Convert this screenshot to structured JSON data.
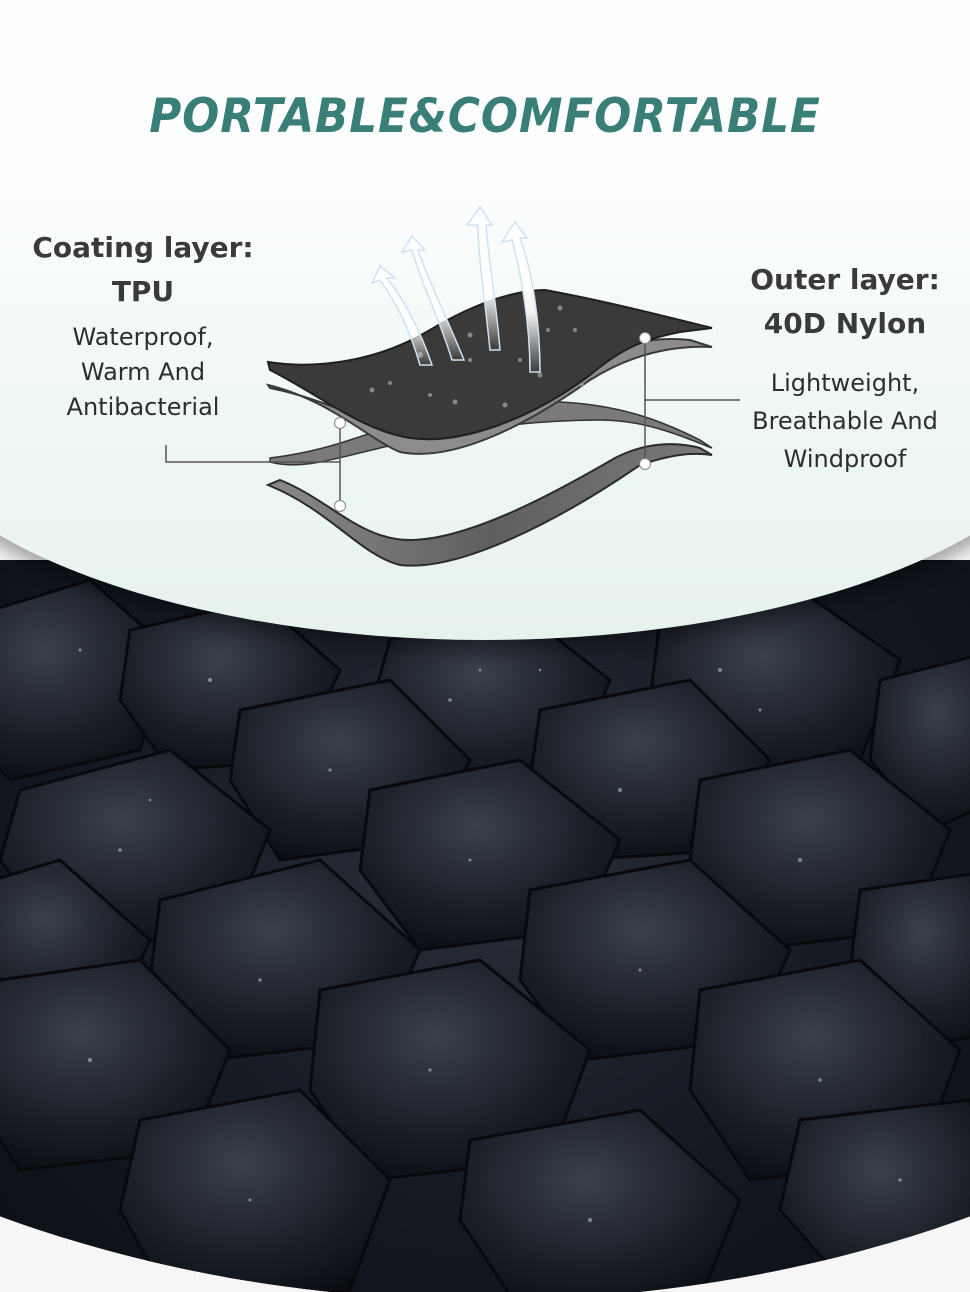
{
  "title": "PORTABLE&COMFORTABLE",
  "colors": {
    "title": "#3a7e78",
    "heading_text": "#3a3a3a",
    "body_text": "#2e2e2e",
    "layer_dark": "#3a3a3a",
    "layer_gray": "#6e6e6e",
    "callout_line": "#555555",
    "photo_dark": "#151922",
    "background": "#f6f6f6"
  },
  "coating_layer": {
    "heading": "Coating layer:",
    "material": "TPU",
    "features": [
      "Waterproof,",
      "Warm And",
      "Antibacterial"
    ]
  },
  "outer_layer": {
    "heading": "Outer layer:",
    "material": "40D Nylon",
    "features": [
      "Lightweight,",
      "Breathable And",
      "Windproof"
    ]
  },
  "diagram": {
    "icons": [
      "breathable-arrow-icon",
      "water-droplet-icon",
      "fabric-layer-icon"
    ],
    "arrow_count": 4,
    "layer_count": 4
  }
}
